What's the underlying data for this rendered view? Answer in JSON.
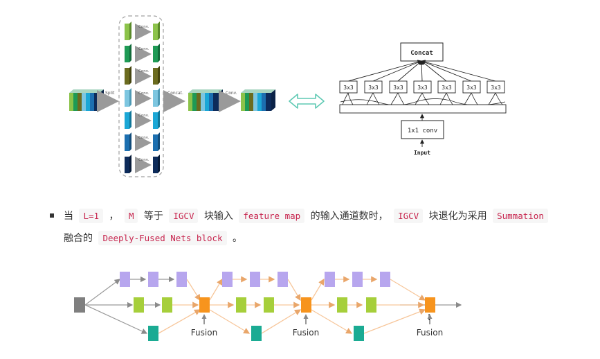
{
  "figure1": {
    "split_label": "Split",
    "conv_labels": [
      "Conv.",
      "Conv.",
      "Conv.",
      "Conv.",
      "Conv.",
      "Conv.",
      "Conv."
    ],
    "concat_label": "Concat.",
    "final_conv_label": "Conv.",
    "concat_box": "Concat",
    "branch_labels": [
      "3x3",
      "3x3",
      "3x3",
      "3x3",
      "3x3",
      "3x3",
      "3x3"
    ],
    "conv1x1": "1x1 conv",
    "input_label": "Input",
    "colors": {
      "green_light": "#8cc34a",
      "green": "#1e9a55",
      "olive": "#6b6b1f",
      "cyan_light": "#7dc6e0",
      "cyan": "#1ba7d6",
      "blue": "#1c6fb0",
      "navy": "#0d2b5a",
      "arrow_double": "#5ec9b3"
    }
  },
  "text": {
    "t1": "当",
    "c1": "L=1",
    "t2": "，",
    "c2": "M",
    "t3": "等于",
    "c3": "IGCV",
    "t4": "块输入",
    "c4": "feature map",
    "t5": "的输入通道数时，",
    "c5": "IGCV",
    "t6": "块退化为采用",
    "c6": "Summation",
    "t7": "融合的",
    "c7": "Deeply-Fused Nets block",
    "t8": "。"
  },
  "figure2": {
    "fusion_labels": [
      "Fusion",
      "Fusion",
      "Fusion"
    ],
    "colors": {
      "input": "#7f7f7f",
      "purple": "#b7a6ee",
      "green": "#a6cf3b",
      "teal": "#1bab93",
      "orange": "#f7941d",
      "edge": "#f7c69a",
      "gray_edge": "#999999"
    }
  }
}
